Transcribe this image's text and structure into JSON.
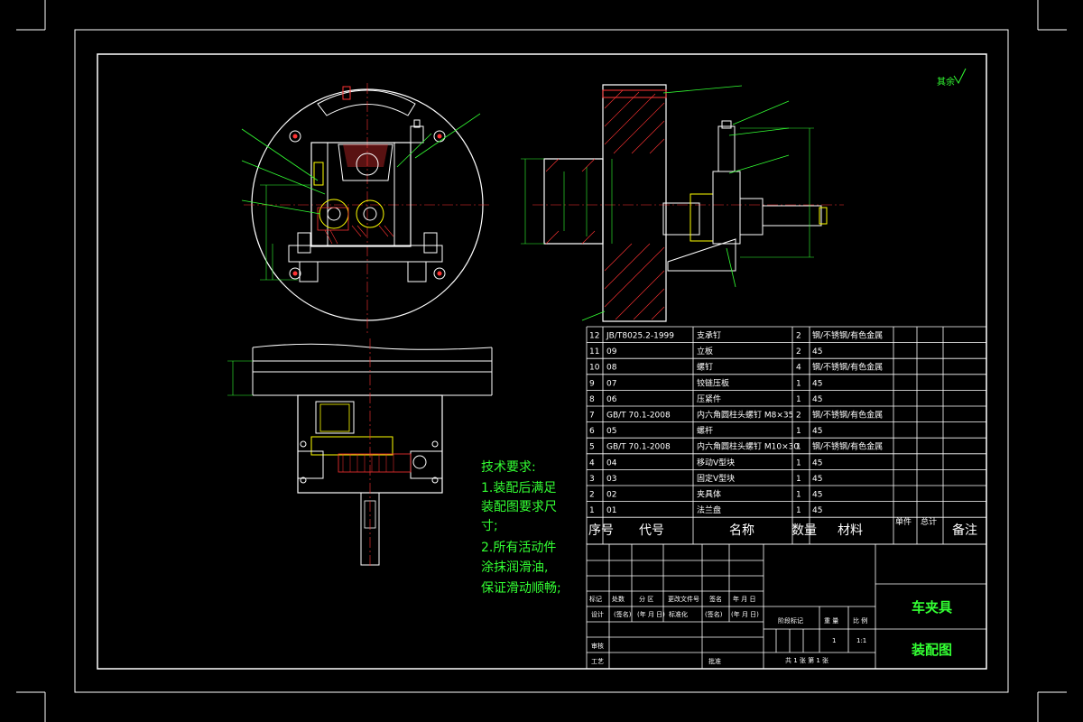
{
  "colors": {
    "background": "#000000",
    "frame": "#ffffff",
    "dimension": "#33ff33",
    "leader": "#33ff33",
    "center_line": "#ff3333",
    "hatch": "#ff3333",
    "part_outline": "#ffffff",
    "accent_yellow": "#ffff00"
  },
  "roughness_note": "其余",
  "tech_requirements": {
    "heading": "技术要求:",
    "lines": [
      "1.装配后满足",
      "装配图要求尺",
      "寸;",
      "2.所有活动件",
      "涂抹润滑油,",
      "保证滑动顺畅;"
    ]
  },
  "bom": {
    "headers": {
      "seq": "序号",
      "code": "代号",
      "name": "名称",
      "qty": "数量",
      "material": "材料",
      "unit": "单件",
      "total": "总计",
      "note": "备注"
    },
    "rows": [
      {
        "seq": "12",
        "code": "JB/T8025.2-1999",
        "name": "支承钉",
        "qty": "2",
        "material": "钢/不锈钢/有色金属"
      },
      {
        "seq": "11",
        "code": "09",
        "name": "立板",
        "qty": "2",
        "material": "45"
      },
      {
        "seq": "10",
        "code": "08",
        "name": "螺钉",
        "qty": "4",
        "material": "钢/不锈钢/有色金属"
      },
      {
        "seq": "9",
        "code": "07",
        "name": "铰链压板",
        "qty": "1",
        "material": "45"
      },
      {
        "seq": "8",
        "code": "06",
        "name": "压紧件",
        "qty": "1",
        "material": "45"
      },
      {
        "seq": "7",
        "code": "GB/T 70.1-2008",
        "name": "内六角圆柱头螺钉 M8×35",
        "qty": "2",
        "material": "钢/不锈钢/有色金属"
      },
      {
        "seq": "6",
        "code": "05",
        "name": "螺杆",
        "qty": "1",
        "material": "45"
      },
      {
        "seq": "5",
        "code": "GB/T 70.1-2008",
        "name": "内六角圆柱头螺钉 M10×30",
        "qty": "1",
        "material": "钢/不锈钢/有色金属"
      },
      {
        "seq": "4",
        "code": "04",
        "name": "移动V型块",
        "qty": "1",
        "material": "45"
      },
      {
        "seq": "3",
        "code": "03",
        "name": "固定V型块",
        "qty": "1",
        "material": "45"
      },
      {
        "seq": "2",
        "code": "02",
        "name": "夹具体",
        "qty": "1",
        "material": "45"
      },
      {
        "seq": "1",
        "code": "01",
        "name": "法兰盘",
        "qty": "1",
        "material": "45"
      }
    ]
  },
  "title_block": {
    "revision_headers": [
      "标记",
      "处数",
      "分 区",
      "更改文件号",
      "签名",
      "年 月 日"
    ],
    "design_row": [
      "设计",
      "(签名)",
      "(年 月 日)",
      "标准化",
      "(签名)",
      "(年 月 日)"
    ],
    "stage_label": "阶段标记",
    "weight_label": "重 量",
    "scale_label": "比 例",
    "weight_value": "1",
    "scale_value": "1:1",
    "review_label": "审核",
    "process_label": "工艺",
    "approve_label": "批准",
    "sheets_text": "共 1 张   第 1 张",
    "drawing_name": "车夹具",
    "drawing_type": "装配图"
  }
}
